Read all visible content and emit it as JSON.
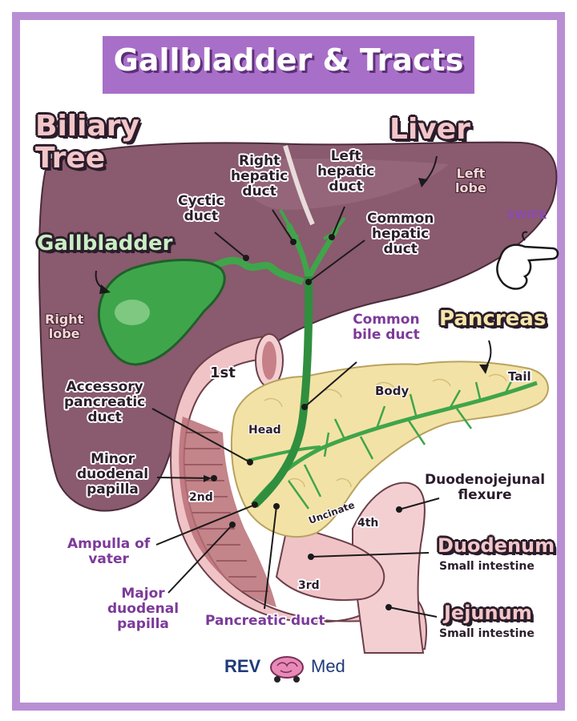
{
  "title": "Gallbladder & Tracts",
  "headings": {
    "biliary_tree": [
      "Biliary",
      "Tree"
    ],
    "liver": "Liver",
    "gallbladder": "Gallbladder",
    "pancreas": "Pancreas",
    "swipe": "SWIPE"
  },
  "labels": {
    "right_hepatic_duct": [
      "Right",
      "hepatic",
      "duct"
    ],
    "left_hepatic_duct": [
      "Left",
      "hepatic",
      "duct"
    ],
    "cystic_duct": [
      "Cyctic",
      "duct"
    ],
    "common_hepatic_duct": [
      "Common",
      "hepatic",
      "duct"
    ],
    "left_lobe": [
      "Left",
      "lobe"
    ],
    "right_lobe": [
      "Right",
      "lobe"
    ],
    "common_bile_duct": [
      "Common",
      "bile duct"
    ],
    "first_part": "1st",
    "tail": "Tail",
    "body": "Body",
    "head": "Head",
    "accessory_pancreatic_duct": [
      "Accessory",
      "pancreatic",
      "duct"
    ],
    "minor_duodenal_papilla": [
      "Minor",
      "duodenal",
      "papilla"
    ],
    "second_part": "2nd",
    "uncinate": "Uncinate",
    "fourth_part": "4th",
    "duodenojejunal_flexure": [
      "Duodenojejunal",
      "flexure"
    ],
    "ampulla_of_vater": [
      "Ampulla of",
      "vater"
    ],
    "duodenum": "Duodenum",
    "duodenum_sub": "Small intestine",
    "third_part": "3rd",
    "major_duodenal_papilla": [
      "Major",
      "duodenal",
      "papilla"
    ],
    "pancreatic_duct": "Pancreatic duct",
    "jejunum": "Jejunum",
    "jejunum_sub": "Small intestine"
  },
  "brand": {
    "left": "REV",
    "right": "Med"
  },
  "colors": {
    "frame": "#b98fd4",
    "banner": "#a86fc9",
    "liver": "#8a5a6e",
    "gallbladder": "#3fa54a",
    "pancreas": "#f3e2a6",
    "duodenum": "#f0c3c6",
    "purple_text": "#7c3a99"
  }
}
